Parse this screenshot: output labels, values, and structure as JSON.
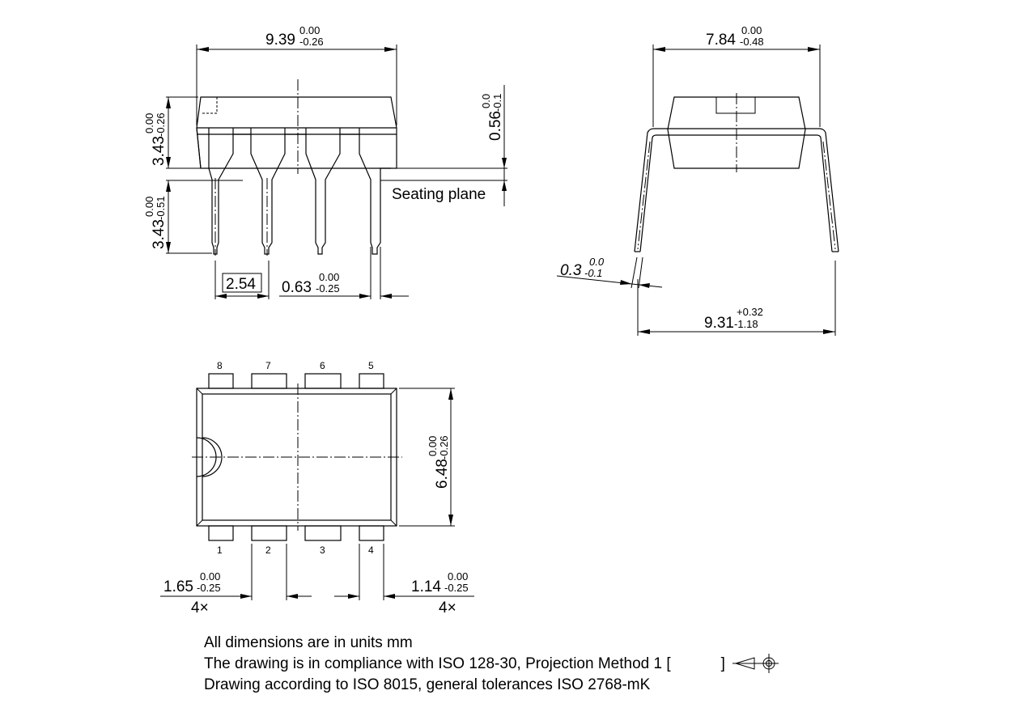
{
  "drawing": {
    "front_view": {
      "width": {
        "nominal": "9.39",
        "upper": "0.00",
        "lower": "-0.26"
      },
      "body_height": {
        "nominal": "3.43",
        "upper": "0.00",
        "lower": "-0.26"
      },
      "lead_length": {
        "nominal": "3.43",
        "upper": "0.00",
        "lower": "-0.51"
      },
      "standoff": {
        "nominal": "0.56",
        "upper": "0.0",
        "lower": "-0.1"
      },
      "pitch": {
        "nominal": "2.54"
      },
      "lead_width": {
        "nominal": "0.63",
        "upper": "0.00",
        "lower": "-0.25"
      },
      "seating_plane_label": "Seating plane"
    },
    "side_view": {
      "body_width": {
        "nominal": "7.84",
        "upper": "0.00",
        "lower": "-0.48"
      },
      "lead_thickness": {
        "nominal": "0.3",
        "upper": "0.0",
        "lower": "-0.1"
      },
      "lead_span": {
        "nominal": "9.31",
        "upper": "+0.32",
        "lower": "-1.18"
      }
    },
    "top_view": {
      "pins_top": [
        "8",
        "7",
        "6",
        "5"
      ],
      "pins_bottom": [
        "1",
        "2",
        "3",
        "4"
      ],
      "body_width": {
        "nominal": "6.48",
        "upper": "0.00",
        "lower": "-0.26"
      },
      "inner_lead_width": {
        "nominal": "1.65",
        "upper": "0.00",
        "lower": "-0.25",
        "count": "4×"
      },
      "outer_lead_width": {
        "nominal": "1.14",
        "upper": "0.00",
        "lower": "-0.25",
        "count": "4×"
      }
    },
    "notes": [
      "All dimensions are in units mm",
      "The drawing is in compliance with ISO 128-30, Projection Method 1 [",
      "Drawing according to ISO 8015, general tolerances ISO 2768-mK"
    ],
    "notes_suffix": "]",
    "projection_symbol": "first-angle-projection-icon"
  }
}
